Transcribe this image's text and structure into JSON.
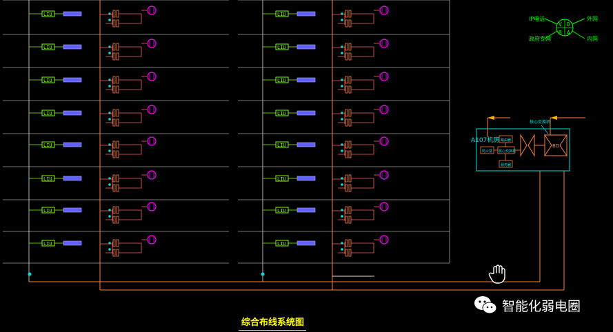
{
  "diagram": {
    "title": "综合布线系统图",
    "watermark": "智能化弱电圈",
    "columns": 2,
    "floors_per_column": 8,
    "cell_labels": {
      "odf": "LIU"
    },
    "legend": {
      "top_left": "IP电话",
      "bottom_left": "政府专网",
      "top_right": "外网",
      "bottom_right": "内网",
      "circle_letters": [
        "V",
        "D",
        "B",
        "A"
      ]
    },
    "equipment_room": {
      "room_label": "A107机房",
      "header_label": "核心交换机",
      "boxes": [
        "防火墙",
        "路由器",
        "核心交换机",
        "服务器"
      ],
      "odf_label": "BD"
    },
    "colors": {
      "background": "#000000",
      "riser": "#ff8040",
      "wire": "#ff6060",
      "odf": "#80ff00",
      "panel": "#6060ff",
      "outlet": "#ff00ff",
      "text": "#ffff00",
      "cyan": "#00e0e0",
      "legend": "#00ff00"
    }
  }
}
